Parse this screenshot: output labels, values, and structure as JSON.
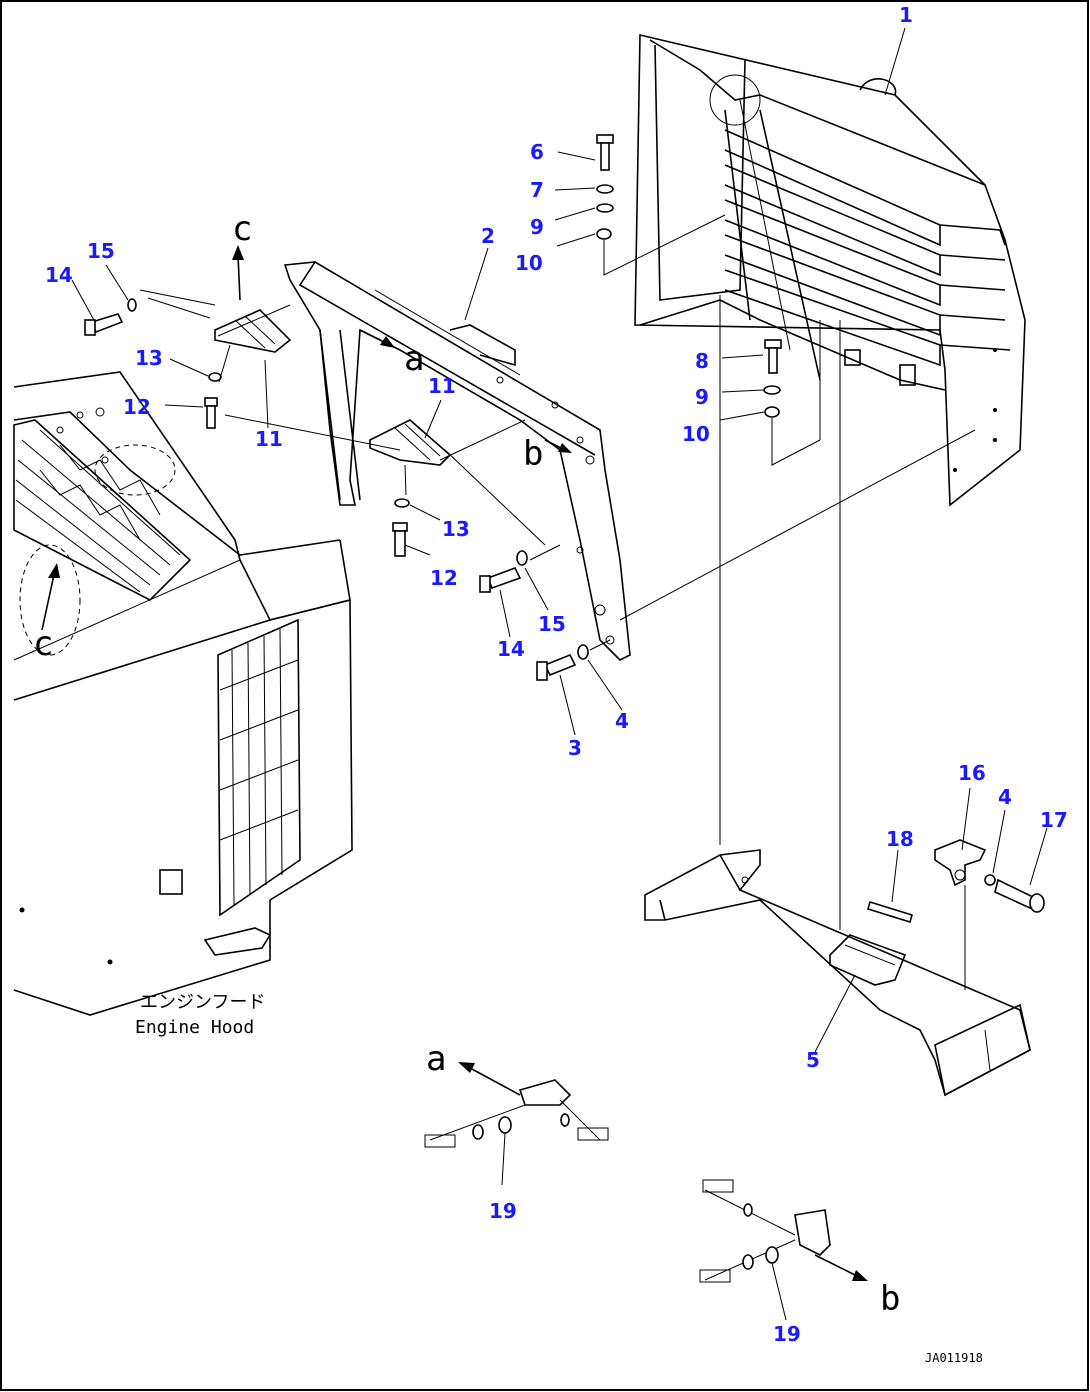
{
  "diagram": {
    "callout_color": "#1a1aff",
    "callouts": {
      "c1": "1",
      "c2": "2",
      "c3": "3",
      "c4a": "4",
      "c4b": "4",
      "c5": "5",
      "c6": "6",
      "c7": "7",
      "c8": "8",
      "c9a": "9",
      "c9b": "9",
      "c10a": "10",
      "c10b": "10",
      "c11a": "11",
      "c11b": "11",
      "c12a": "12",
      "c12b": "12",
      "c13a": "13",
      "c13b": "13",
      "c14a": "14",
      "c14b": "14",
      "c15a": "15",
      "c15b": "15",
      "c16": "16",
      "c17": "17",
      "c18": "18",
      "c19a": "19",
      "c19b": "19"
    },
    "letters": {
      "a_top": "a",
      "b_top": "b",
      "c_top": "c",
      "c_hood": "c",
      "a_detail": "a",
      "b_detail": "b"
    },
    "hood_label_jp": "エンジンフード",
    "hood_label_en": "Engine Hood",
    "drawing_code": "JA011918"
  }
}
